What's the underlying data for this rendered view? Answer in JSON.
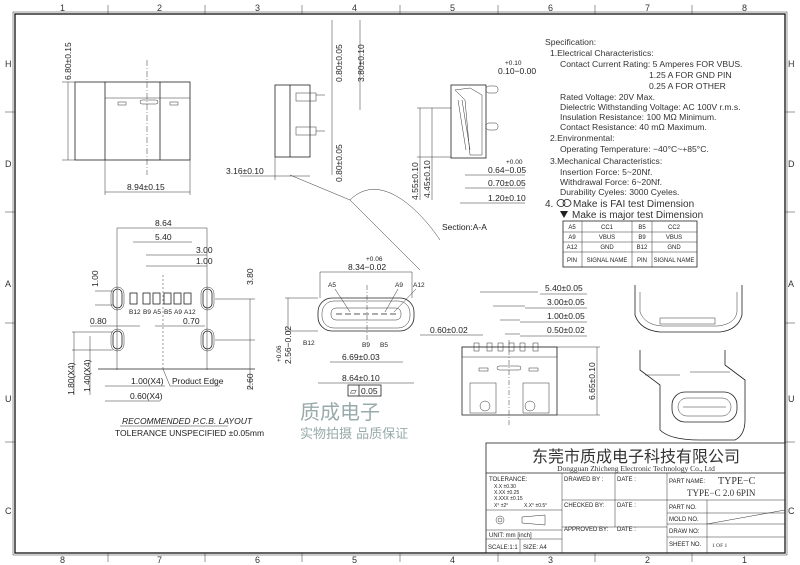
{
  "frame": {
    "top_zones": [
      "1",
      "2",
      "3",
      "4",
      "5",
      "6",
      "7",
      "8"
    ],
    "bottom_zones": [
      "8",
      "7",
      "6",
      "5",
      "4",
      "3",
      "2",
      "1"
    ],
    "side_zones": [
      "H",
      "D",
      "A",
      "U",
      "C"
    ]
  },
  "top_front_view": {
    "height_dim": "6.80±0.15",
    "width_dim": "8.94±0.15"
  },
  "side_view": {
    "pin_dim_top": "0.80±0.05",
    "pitch_dim": "3.80±0.10",
    "pin_dim_bottom": "0.80±0.05",
    "depth_dim": "3.16±0.10"
  },
  "section_view": {
    "gap_tol": "+0.10",
    "gap_dim": "0.10−0.00",
    "h1": "4.55±0.10",
    "h2": "4.45±0.10",
    "d1_tol": "+0.00",
    "d1": "0.64−0.05",
    "d2": "0.70±0.05",
    "d3": "1.20±0.10",
    "label": "Section:A-A"
  },
  "pcb_layout": {
    "dims": {
      "total": "8.64",
      "outer": "5.40",
      "mid": "3.00",
      "pitch": "1.00",
      "pad_h": "1.00",
      "slot_pitch": "3.80",
      "edge": "2.60",
      "left": "0.80",
      "right": "0.70",
      "slot_len_outer": "1.80(X4)",
      "slot_len_inner": "1.40(X4)",
      "slot_w_outer": "1.00(X4)",
      "slot_w_inner": "0.60(X4)"
    },
    "pins": [
      "B12",
      "B9",
      "A5",
      "B5",
      "A9",
      "A12"
    ],
    "product_edge": "Product Edge",
    "title": "RECOMMENDED   P.C.B.  LAYOUT",
    "tolerance": "TOLERANCE  UNSPECIFIED  ±0.05mm"
  },
  "front_view": {
    "width_tol": "+0.06",
    "width_dim": "8.34−0.02",
    "labels_top": [
      "A5",
      "A9",
      "A12"
    ],
    "labels_bottom": [
      "B12",
      "B9",
      "B5"
    ],
    "inner_dim": "6.69±0.03",
    "outer_dim": "8.64±0.10",
    "height_tol": "+0.06",
    "height_dim": "2.56−0.02",
    "flatness_symbol": "⏥",
    "flatness_value": "0.05"
  },
  "bottom_view": {
    "d1": "5.40±0.05",
    "d2": "3.00±0.05",
    "d3": "1.00±0.05",
    "d4": "0.50±0.02",
    "d5": "0.60±0.02",
    "height": "6.65±0.10"
  },
  "specification": {
    "title": "Specification:",
    "lines": [
      "1.Electrical Characteristics:",
      "Contact Current Rating: 5 Amperes FOR VBUS.",
      "1.25  A FOR GND PIN",
      "0.25  A FOR OTHER",
      "Rated Voltage:   20V Max.",
      "Dielectric Withstanding Voltage: AC 100V r.m.s.",
      "Insulation Resistance: 100 MΩ Minimum.",
      "Contact Resistance: 40 mΩ Maximum.",
      "2.Environmental:",
      "Operating Temperature: −40°C~+85°C.",
      "3.Mechanical Characteristics:",
      "Insertion Force: 5~20Nf.",
      "Withdrawal Force: 6~20Nf.",
      "Durability Cyeles: 3000 Cyeles."
    ],
    "fai_prefix": "4.",
    "fai_note": "Make is FAI test Dimension",
    "major_note": "Make is major test Dimension"
  },
  "pin_table": {
    "rows": [
      [
        "A5",
        "CC1",
        "B5",
        "CC2"
      ],
      [
        "A9",
        "VBUS",
        "B9",
        "VBUS"
      ],
      [
        "A12",
        "GND",
        "B12",
        "GND"
      ],
      [
        "PIN",
        "SIGNAL NAME",
        "PIN",
        "SIGNAL NAME"
      ]
    ]
  },
  "title_block": {
    "company_cn": "东莞市质成电子科技有限公司",
    "company_en": "Dongguan Zhicheng Electronic Technology Co., Ltd",
    "tolerance_label": "TOLERANCE:",
    "tol_x": "X.X     ±0.30",
    "tol_xx": "X.XX    ±0.25",
    "tol_xxx": "X.XXX  ±0.15",
    "tol_angle1": "X°  ±2°",
    "tol_angle2": "X.X°  ±0.5°",
    "unit": "UNIT:  mm  [inch]",
    "scale": "SCALE:1:1",
    "size": "SIZE:  A4",
    "drawed_by": "DRAWED BY :",
    "checked_by": "CHECKED BY:",
    "approved_by": "APPROVED BY:",
    "date": "DATE :",
    "part_name_label": "PART NAME:",
    "part_name_1": "TYPE−C",
    "part_name_2": "TYPE−C 2.0 6PIN",
    "part_no": "PART NO.",
    "mold_no": "MOLD NO.",
    "draw_no": "DRAW NO:",
    "sheet_no": "SHEET NO.",
    "sheet_value": "1 OF 1"
  },
  "watermark": {
    "brand": "质成电子",
    "slogan": "实物拍摄 品质保证"
  }
}
